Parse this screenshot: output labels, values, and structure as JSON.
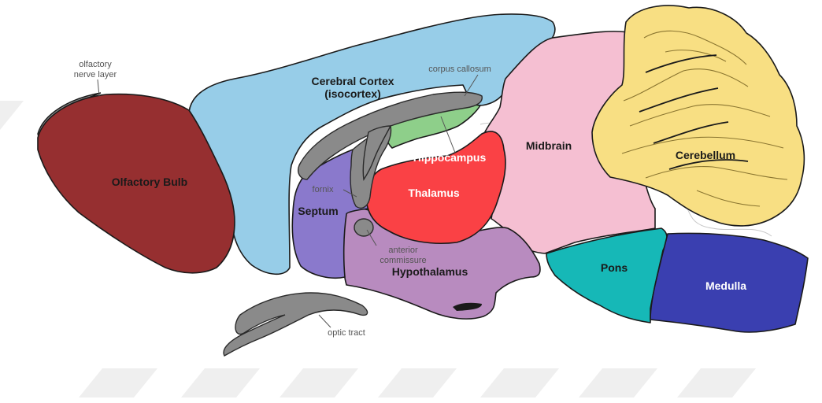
{
  "colors": {
    "olfactory_bulb": "#962f30",
    "cerebral_cortex": "#97cde8",
    "midbrain": "#f5bfd2",
    "cerebellum": "#f8df83",
    "pons": "#16b8b7",
    "medulla": "#3a3fb0",
    "hypothalamus": "#b88bbf",
    "thalamus": "#fa4145",
    "septum": "#8a79cc",
    "hippocampus": "#8ecf8a",
    "fiber_tracts": "#8a8a8a",
    "watermark": "#efefef"
  },
  "labels": {
    "olfactory_bulb": "Olfactory Bulb",
    "cerebral_cortex_line1": "Cerebral Cortex",
    "cerebral_cortex_line2": "(isocortex)",
    "midbrain": "Midbrain",
    "cerebellum": "Cerebellum",
    "pons": "Pons",
    "medulla": "Medulla",
    "hypothalamus": "Hypothalamus",
    "thalamus": "Thalamus",
    "hippocampus": "Hippocampus",
    "septum": "Septum"
  },
  "annotations": {
    "olfactory_nerve_layer_line1": "olfactory",
    "olfactory_nerve_layer_line2": "nerve layer",
    "corpus_callosum": "corpus callosum",
    "fornix": "fornix",
    "anterior_commissure_line1": "anterior",
    "anterior_commissure_line2": "commissure",
    "optic_tract": "optic tract"
  }
}
